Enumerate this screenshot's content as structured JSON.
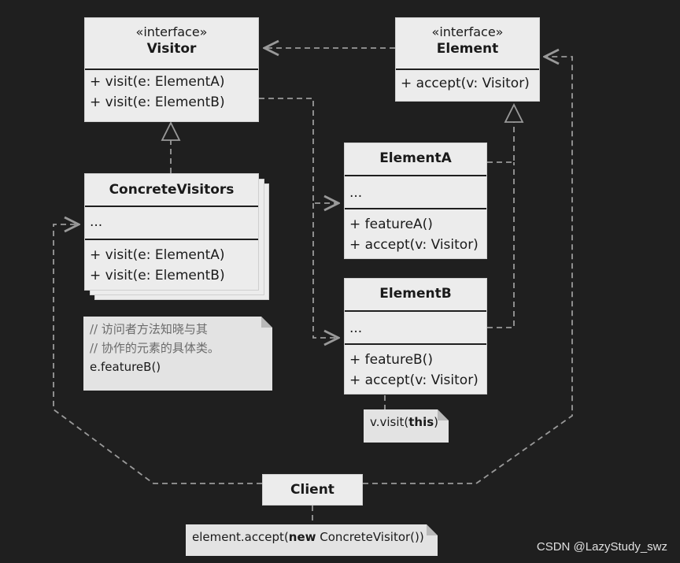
{
  "visitor": {
    "stereotype": "«interface»",
    "name": "Visitor",
    "methods": [
      "+ visit(e: ElementA)",
      "+ visit(e: ElementB)"
    ]
  },
  "element": {
    "stereotype": "«interface»",
    "name": "Element",
    "methods": [
      "+ accept(v: Visitor)"
    ]
  },
  "concrete_visitors": {
    "name": "ConcreteVisitors",
    "fields": "...",
    "methods": [
      "+ visit(e: ElementA)",
      "+ visit(e: ElementB)"
    ]
  },
  "element_a": {
    "name": "ElementA",
    "fields": "...",
    "methods": [
      "+ featureA()",
      "+ accept(v: Visitor)"
    ]
  },
  "element_b": {
    "name": "ElementB",
    "fields": "...",
    "methods": [
      "+ featureB()",
      "+ accept(v: Visitor)"
    ]
  },
  "client": {
    "name": "Client"
  },
  "notes": {
    "visitor_note": [
      "// 访问者方法知晓与其",
      "// 协作的元素的具体类。",
      "e.featureB()"
    ],
    "element_b_note": {
      "prefix": "v.visit(",
      "keyword": "this",
      "suffix": ")"
    },
    "client_note": {
      "prefix": "element.accept(",
      "keyword": "new",
      "suffix": " ConcreteVisitor())"
    }
  },
  "watermark": "CSDN @LazyStudy_swz",
  "colors": {
    "background": "#1f1f1f",
    "box": "#ececec",
    "arrow": "#9a9a9a"
  }
}
